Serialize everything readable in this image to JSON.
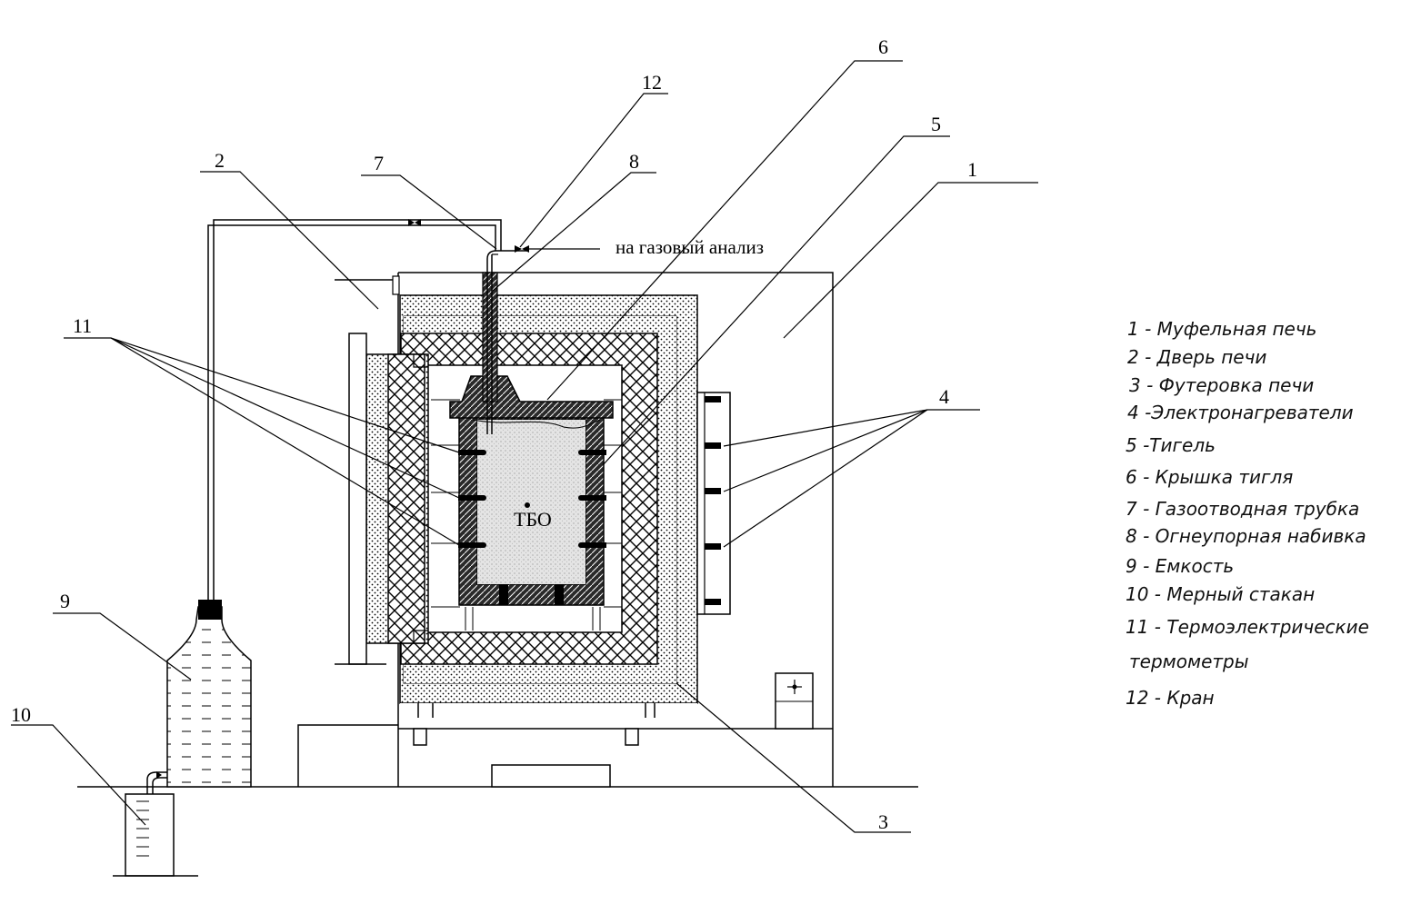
{
  "labels": {
    "n1": "1",
    "n2": "2",
    "n3": "3",
    "n4": "4",
    "n5": "5",
    "n6": "6",
    "n7": "7",
    "n8": "8",
    "n9": "9",
    "n10": "10",
    "n11": "11",
    "n12": "12"
  },
  "gas_outlet_text": "на газовый анализ",
  "sample_label": "ТБО",
  "legend": [
    "1 - Муфельная печь",
    "2 - Дверь печи",
    "3 - Футеровка печи",
    "4 -Электронагреватели",
    "5 -Тигель",
    "6 - Крышка тигля",
    "7 - Газоотводная трубка",
    "8 - Огнеупорная набивка",
    "9 - Емкость",
    "10 - Мерный стакан",
    "11 - Термоэлектрические",
    "термометры",
    "12 - Кран"
  ]
}
